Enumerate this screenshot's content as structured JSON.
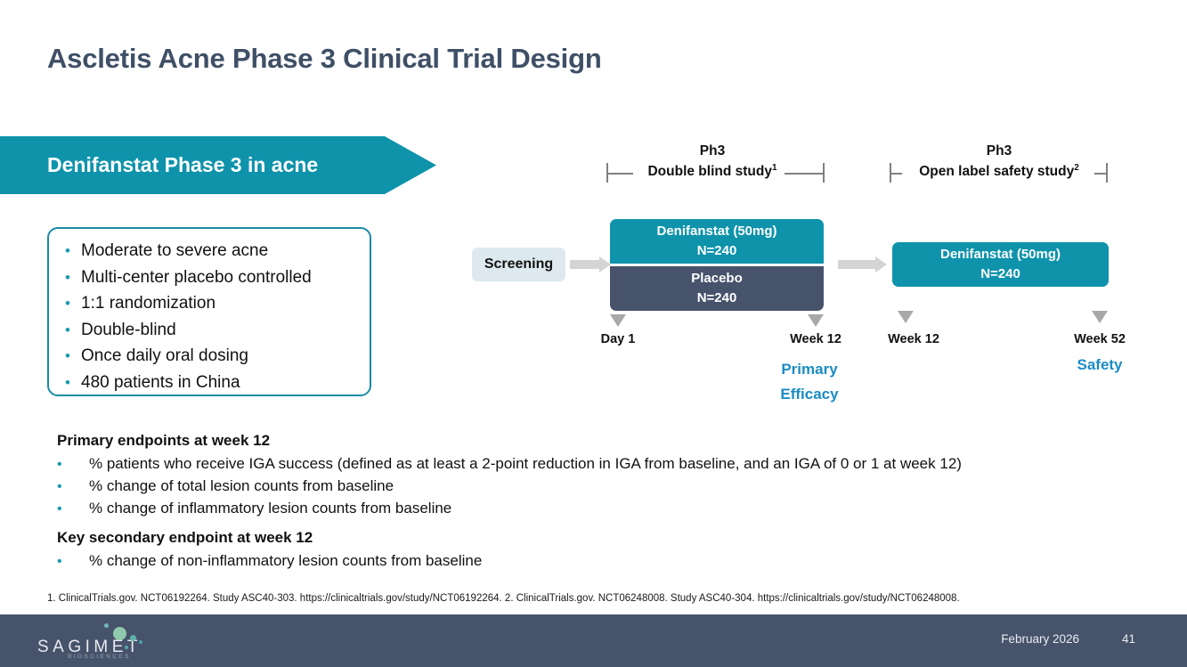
{
  "slide": {
    "title": "Ascletis Acne Phase 3 Clinical Trial Design",
    "banner_label": "Denifanstat Phase 3 in acne"
  },
  "design_bullets": [
    "Moderate to severe acne",
    "Multi-center placebo controlled",
    "1:1 randomization",
    "Double-blind",
    "Once daily oral dosing",
    "480 patients in China"
  ],
  "diagram": {
    "phases": [
      {
        "line1": "Ph3",
        "line2": "Double blind study",
        "footnote_marker": "1"
      },
      {
        "line1": "Ph3",
        "line2": "Open label safety study",
        "footnote_marker": "2"
      }
    ],
    "screening_label": "Screening",
    "arms": [
      {
        "name": "Denifanstat (50mg)",
        "n": "N=240",
        "color": "#0e93ab"
      },
      {
        "name": "Placebo",
        "n": "N=240",
        "color": "#47536b"
      },
      {
        "name": "Denifanstat (50mg)",
        "n": "N=240",
        "color": "#0e93ab"
      }
    ],
    "timepoints": [
      {
        "label": "Day 1",
        "note": ""
      },
      {
        "label": "Week 12",
        "note": "Primary\nEfficacy"
      },
      {
        "label": "Week 12",
        "note": ""
      },
      {
        "label": "Week 52",
        "note": "Safety"
      }
    ],
    "timepoint_notes": {
      "primary_efficacy_line1": "Primary",
      "primary_efficacy_line2": "Efficacy",
      "safety": "Safety"
    }
  },
  "endpoints": {
    "primary_heading": "Primary endpoints at week 12",
    "primary_items": [
      "% patients who receive IGA success (defined as at least a 2-point reduction in IGA from baseline, and an IGA of 0 or 1 at week 12)",
      "% change of total lesion counts from baseline",
      "% change of inflammatory lesion counts from baseline"
    ],
    "secondary_heading": "Key secondary endpoint at week 12",
    "secondary_items": [
      "% change of non-inflammatory lesion counts from baseline"
    ]
  },
  "footnote": "1. ClinicalTrials.gov. NCT06192264. Study ASC40-303. https://clinicaltrials.gov/study/NCT06192264. 2. ClinicalTrials.gov. NCT06248008. Study ASC40-304. https://clinicaltrials.gov/study/NCT06248008.",
  "footer": {
    "logo_word": "SAGIMET",
    "logo_sub": "BIOSCIENCES",
    "date": "February 2026",
    "page": "41"
  },
  "colors": {
    "teal": "#0e93ab",
    "slate": "#47536b",
    "accent_blue": "#1b8cc4",
    "bullet_teal": "#1b9aae",
    "screening_bg": "#dde9ef",
    "arrow_grey": "#d4d4d4"
  }
}
